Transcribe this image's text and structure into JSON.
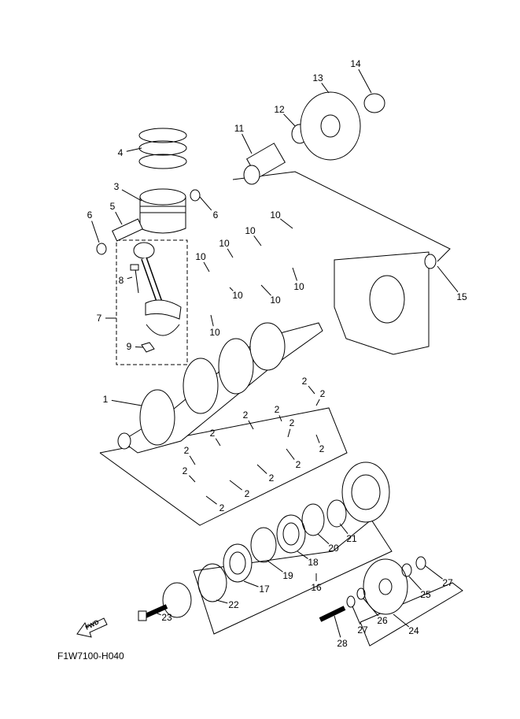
{
  "diagram": {
    "code": "F1W7100-H040",
    "fwd_label": "FWD",
    "callouts": [
      "14",
      "13",
      "12",
      "11",
      "4",
      "3",
      "6",
      "5",
      "6",
      "10",
      "10",
      "10",
      "10",
      "8",
      "10",
      "10",
      "10",
      "7",
      "10",
      "15",
      "9",
      "1",
      "2",
      "2",
      "2",
      "2",
      "2",
      "2",
      "2",
      "2",
      "2",
      "2",
      "2",
      "2",
      "2",
      "21",
      "20",
      "18",
      "19",
      "16",
      "17",
      "22",
      "27",
      "25",
      "26",
      "27",
      "24",
      "23",
      "28"
    ]
  },
  "colors": {
    "line": "#000000",
    "part_fill": "#ffffff",
    "shade": "#d9d9d9"
  }
}
